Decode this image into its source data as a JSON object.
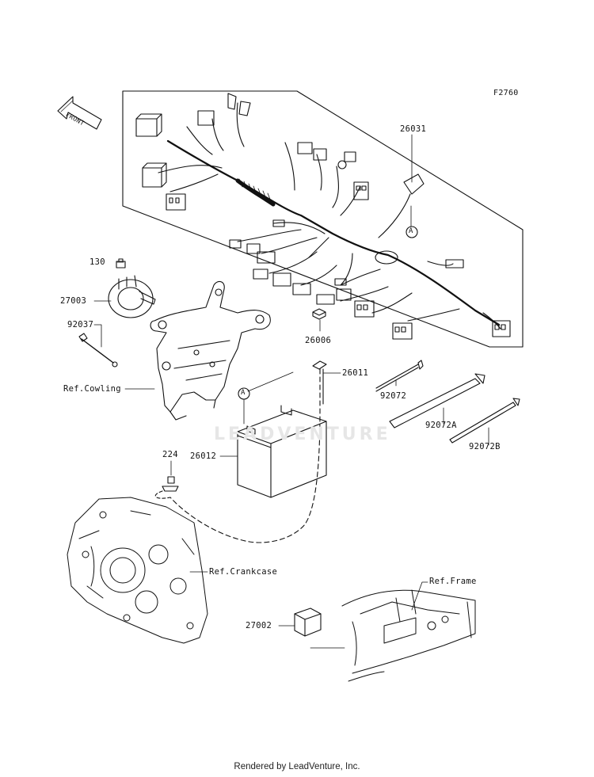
{
  "figure_code": "F2760",
  "front_label": "FRONT",
  "watermark": "LEADVENTURE",
  "footer": "Rendered by LeadVenture, Inc.",
  "callout_letter": "A",
  "parts": {
    "p26031": "26031",
    "p130": "130",
    "p27003": "27003",
    "p92037": "92037",
    "p26006": "26006",
    "p26011": "26011",
    "ref_cowling": "Ref.Cowling",
    "p92072": "92072",
    "p92072a": "92072A",
    "p92072b": "92072B",
    "p26012": "26012",
    "p224": "224",
    "ref_crankcase": "Ref.Crankcase",
    "ref_frame": "Ref.Frame",
    "p27002": "27002"
  }
}
